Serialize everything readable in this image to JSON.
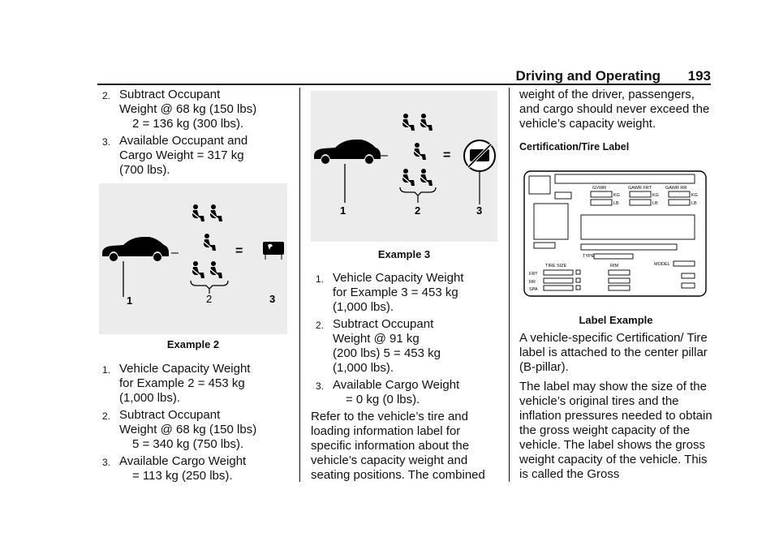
{
  "header": {
    "section": "Driving and Operating",
    "page": "193"
  },
  "col1": {
    "items_top": [
      {
        "num": "2.",
        "lines": [
          "Subtract Occupant",
          "Weight @ 68 kg (150 lbs)"
        ],
        "cont": "2 = 136 kg (300 lbs)."
      },
      {
        "num": "3.",
        "lines": [
          "Available Occupant and",
          "Cargo Weight = 317 kg",
          "(700 lbs)."
        ]
      }
    ],
    "figure": {
      "caption": "Example 2",
      "callouts": [
        "1",
        "2",
        "3"
      ],
      "minus": "–",
      "equals": "="
    },
    "items_bottom": [
      {
        "num": "1.",
        "lines": [
          "Vehicle Capacity Weight",
          "for Example 2 = 453 kg",
          "(1,000 lbs)."
        ]
      },
      {
        "num": "2.",
        "lines": [
          "Subtract Occupant",
          "Weight @ 68 kg (150 lbs)"
        ],
        "cont": "5 = 340 kg (750 lbs)."
      },
      {
        "num": "3.",
        "lines": [
          "Available Cargo Weight"
        ],
        "cont": "= 113 kg (250 lbs)."
      }
    ]
  },
  "col2": {
    "figure": {
      "caption": "Example 3",
      "callouts": [
        "1",
        "2",
        "3"
      ],
      "minus": "–",
      "equals": "="
    },
    "items": [
      {
        "num": "1.",
        "lines": [
          "Vehicle Capacity Weight",
          "for Example 3 = 453 kg",
          "(1,000 lbs)."
        ]
      },
      {
        "num": "2.",
        "lines": [
          "Subtract Occupant",
          "Weight @ 91 kg",
          "(200 lbs)    5 = 453 kg",
          "(1,000 lbs)."
        ]
      },
      {
        "num": "3.",
        "lines": [
          "Available Cargo Weight"
        ],
        "cont": "= 0 kg (0 lbs)."
      }
    ],
    "paragraph": "Refer to the vehicle’s tire and loading information label for specific information about the vehicle’s capacity weight and seating positions. The combined"
  },
  "col3": {
    "paragraph1": "weight of the driver, passengers, and cargo should never exceed the vehicle’s capacity weight.",
    "heading": "Certification/Tire Label",
    "label_figure": {
      "caption": "Label Example",
      "gvwr": "GVWR",
      "gawr_frt": "GAWR FRT",
      "gawr_rr": "GAWR RR",
      "kg": "KG",
      "lb": "LB",
      "type": "TYPE",
      "model": "MODEL",
      "tire_size": "TIRE SIZE",
      "rim": "RIM",
      "frt": "FRT",
      "rr": "RR",
      "spa": "SPA"
    },
    "paragraph2": "A vehicle-specific Certification/ Tire label is attached to the center pillar (B-pillar).",
    "paragraph3": "The label may show the size of the vehicle’s original tires and the inflation pressures needed to obtain the gross weight capacity of the vehicle. The label shows the gross weight capacity of the vehicle. This is called the Gross"
  }
}
